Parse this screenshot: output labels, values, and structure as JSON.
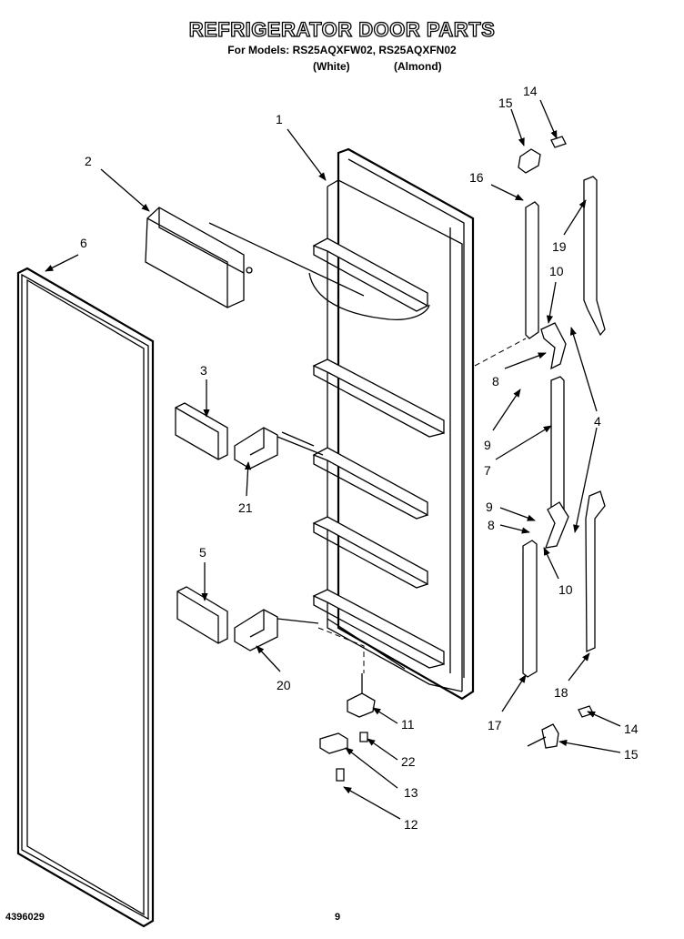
{
  "header": {
    "title": "REFRIGERATOR DOOR PARTS",
    "models": "For Models: RS25AQXFW02, RS25AQXFN02",
    "variant_white": "(White)",
    "variant_almond": "(Almond)"
  },
  "footer": {
    "doc_number": "4396029",
    "page_number": "9"
  },
  "callouts": [
    "1",
    "2",
    "3",
    "4",
    "5",
    "6",
    "7",
    "8",
    "8",
    "9",
    "9",
    "10",
    "10",
    "11",
    "12",
    "13",
    "14",
    "14",
    "15",
    "15",
    "16",
    "17",
    "18",
    "19",
    "20",
    "21",
    "22"
  ]
}
